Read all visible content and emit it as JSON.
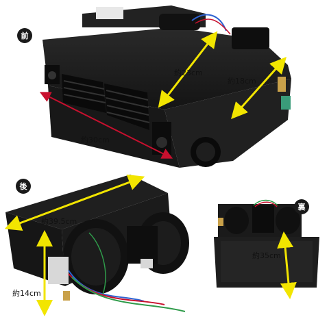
{
  "views": {
    "front": {
      "badge": "前"
    },
    "back": {
      "badge": "後"
    },
    "bottom": {
      "badge": "裏"
    }
  },
  "dimensions": {
    "front_depth": "約23cm",
    "front_side": "約18cm",
    "front_width": "約30cm",
    "back_width": "約39.5cm",
    "back_height": "約14cm",
    "bottom_length": "約35cm"
  },
  "colors": {
    "yellow_arrow": "#f2e500",
    "red_arrow": "#c8102e",
    "unit_body": "#1c1c1c",
    "badge_bg": "#1a1a1a"
  }
}
